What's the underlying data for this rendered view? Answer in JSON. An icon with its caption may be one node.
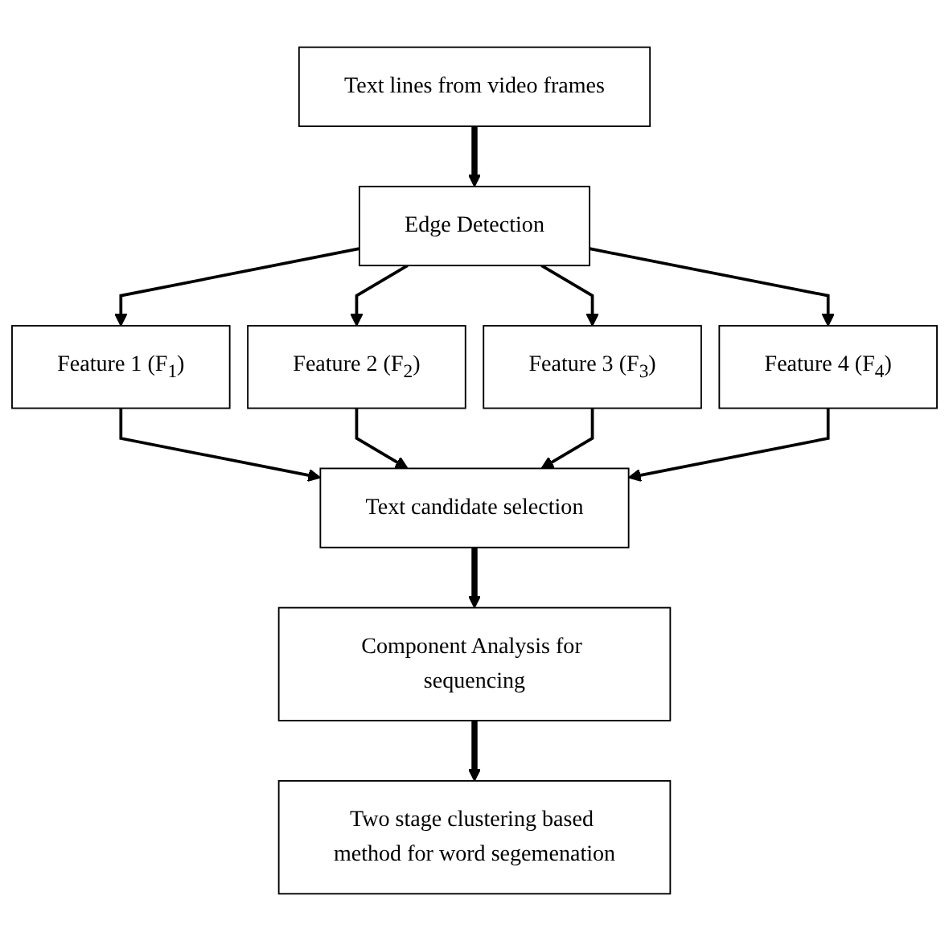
{
  "diagram": {
    "nodes": [
      {
        "text": [
          "Text lines from video frames"
        ]
      },
      {
        "text": [
          "Edge Detection"
        ]
      },
      {
        "text": [
          "Feature 1 (F$_{1}$)"
        ]
      },
      {
        "text": [
          "Feature 2 (F$_{2}$)"
        ]
      },
      {
        "text": [
          "Feature 3 (F$_{3}$)"
        ]
      },
      {
        "text": [
          "Feature 4 (F$_{4}$)"
        ]
      },
      {
        "text": [
          "Text candidate selection"
        ]
      },
      {
        "text": [
          "Component Analysis for sequencing"
        ]
      },
      {
        "text": [
          "Two stage clustering based method for word segemenation"
        ]
      }
    ],
    "edges": [
      {
        "from": 0,
        "to": 1,
        "arrow": "to",
        "style": "thick"
      },
      {
        "from": 1,
        "to": 2,
        "arrow": "to"
      },
      {
        "from": 1,
        "to": 3,
        "arrow": "to"
      },
      {
        "from": 1,
        "to": 4,
        "arrow": "to"
      },
      {
        "from": 1,
        "to": 5,
        "arrow": "to"
      },
      {
        "from": 2,
        "to": 6,
        "arrow": "to"
      },
      {
        "from": 3,
        "to": 6,
        "arrow": "to"
      },
      {
        "from": 4,
        "to": 6,
        "arrow": "to"
      },
      {
        "from": 5,
        "to": 6,
        "arrow": "to"
      },
      {
        "from": 6,
        "to": 7,
        "arrow": "to",
        "style": "thick"
      },
      {
        "from": 7,
        "to": 8,
        "arrow": "to",
        "style": "thick"
      }
    ]
  }
}
